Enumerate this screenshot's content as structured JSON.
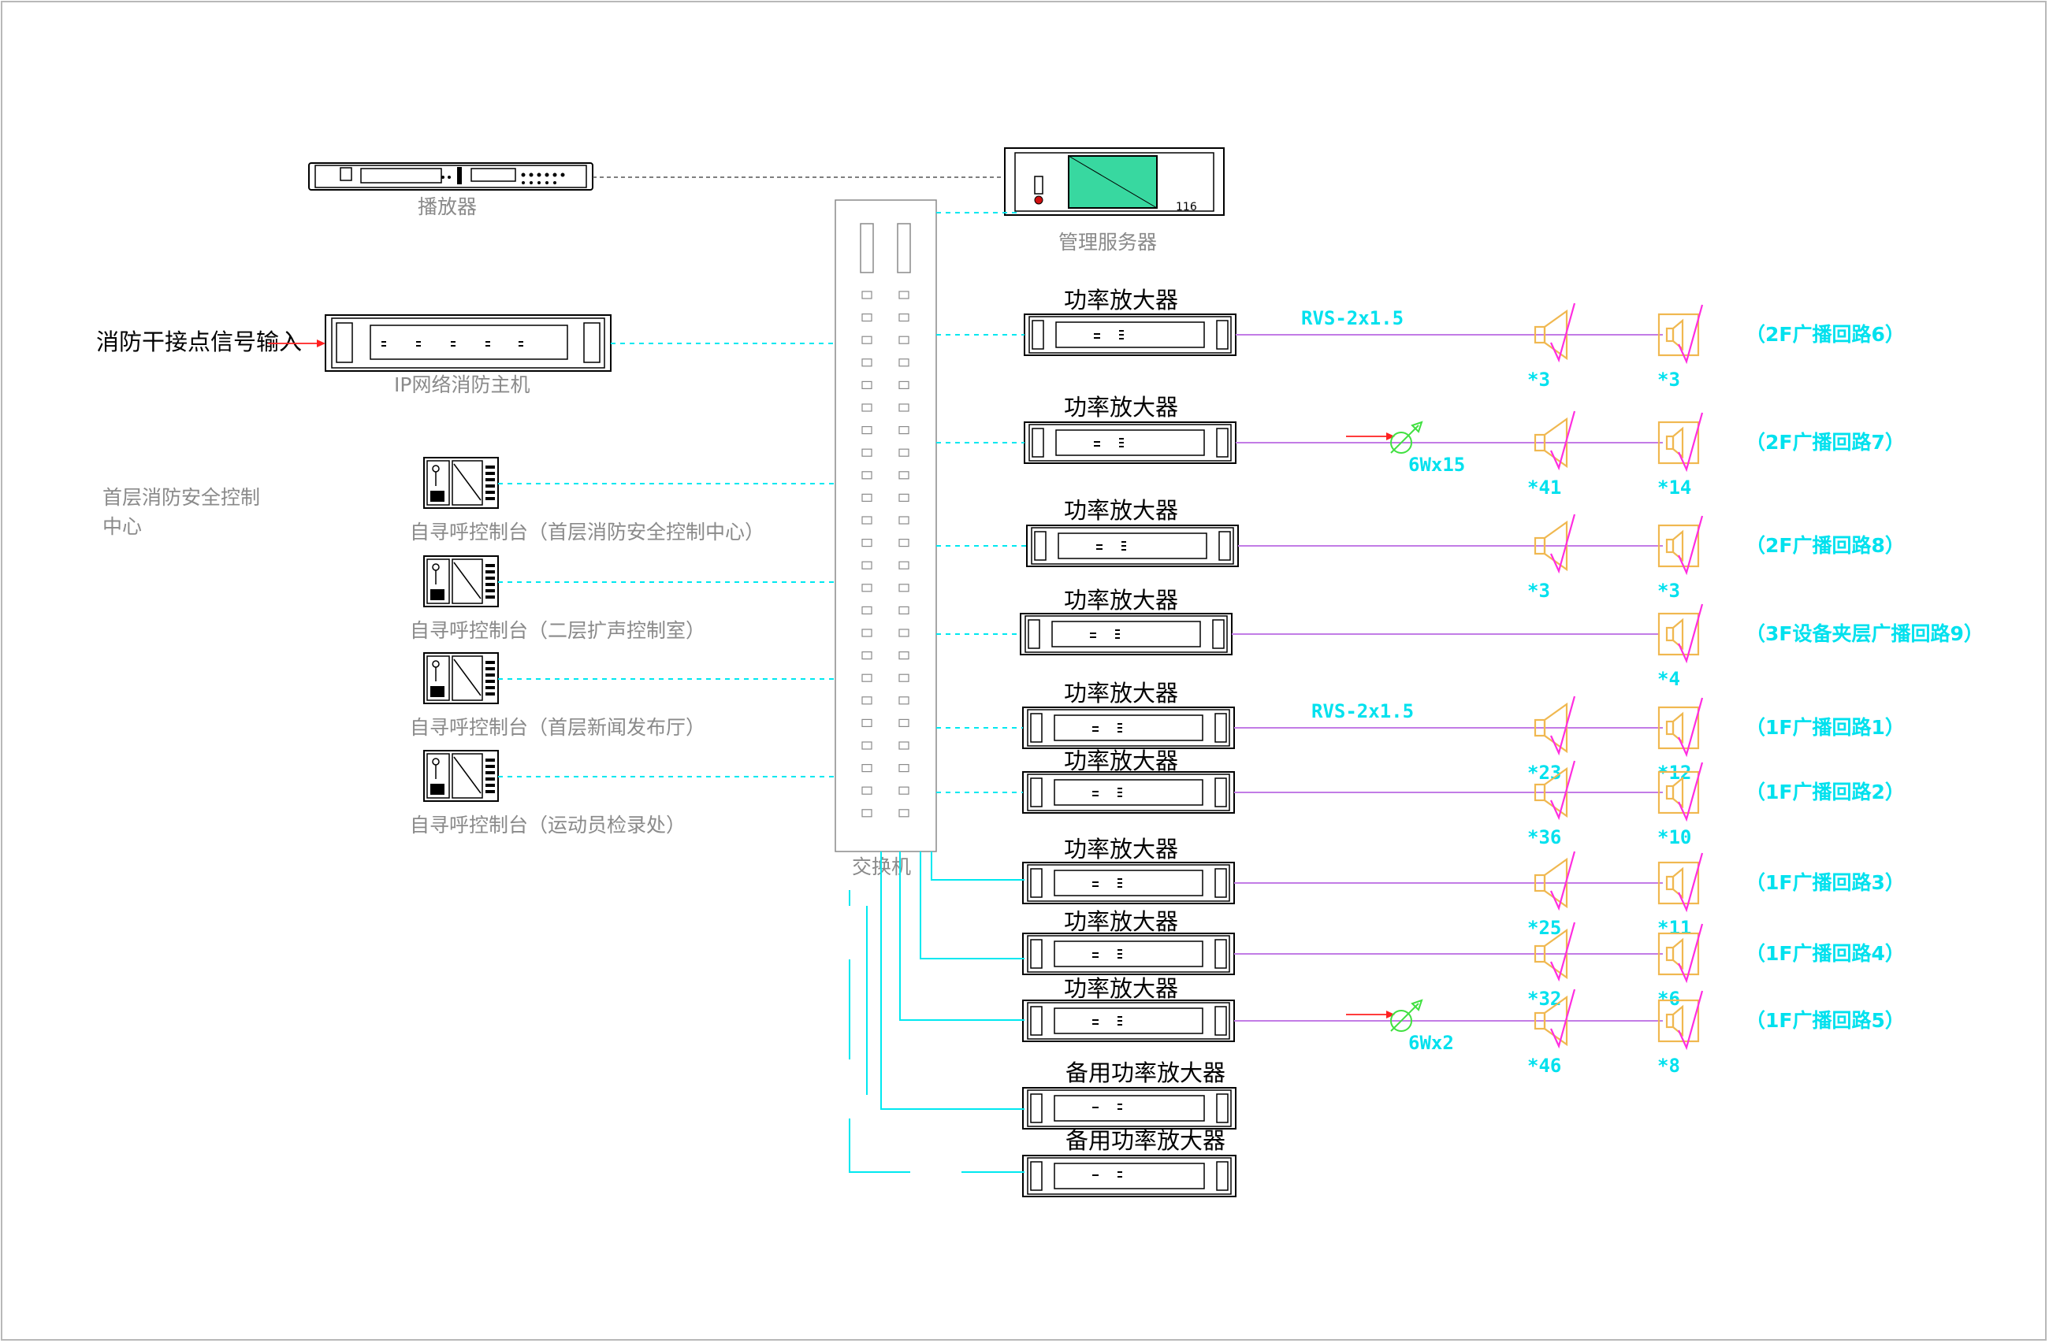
{
  "labels": {
    "player": "播放器",
    "server": "管理服务器",
    "switch": "交换机",
    "fire_host": "IP网络消防主机",
    "fire_input": "消防干接点信号输入",
    "control_center": "首层消防安全控制中心",
    "consoles": [
      "自寻呼控制台（首层消防安全控制中心）",
      "自寻呼控制台（二层扩声控制室）",
      "自寻呼控制台（首层新闻发布厅）",
      "自寻呼控制台（运动员检录处）"
    ]
  },
  "amplifiers": [
    {
      "label": "功率放大器",
      "cable": "RVS-2x1.5",
      "speaker_a_count": "*3",
      "speaker_b_count": "*3",
      "loop": "（2F广播回路6）",
      "volume": ""
    },
    {
      "label": "功率放大器",
      "cable": "",
      "speaker_a_count": "*41",
      "speaker_b_count": "*14",
      "loop": "（2F广播回路7）",
      "volume": "6Wx15"
    },
    {
      "label": "功率放大器",
      "cable": "",
      "speaker_a_count": "*3",
      "speaker_b_count": "*3",
      "loop": "（2F广播回路8）",
      "volume": ""
    },
    {
      "label": "功率放大器",
      "cable": "",
      "speaker_a_count": "",
      "speaker_b_count": "*4",
      "loop": "（3F设备夹层广播回路9）",
      "volume": ""
    },
    {
      "label": "功率放大器",
      "cable": "RVS-2x1.5",
      "speaker_a_count": "*23",
      "speaker_b_count": "*12",
      "loop": "（1F广播回路1）",
      "volume": ""
    },
    {
      "label": "功率放大器",
      "cable": "",
      "speaker_a_count": "*36",
      "speaker_b_count": "*10",
      "loop": "（1F广播回路2）",
      "volume": ""
    },
    {
      "label": "功率放大器",
      "cable": "",
      "speaker_a_count": "*25",
      "speaker_b_count": "*11",
      "loop": "（1F广播回路3）",
      "volume": ""
    },
    {
      "label": "功率放大器",
      "cable": "",
      "speaker_a_count": "*32",
      "speaker_b_count": "*6",
      "loop": "（1F广播回路4）",
      "volume": ""
    },
    {
      "label": "功率放大器",
      "cable": "",
      "speaker_a_count": "*46",
      "speaker_b_count": "*8",
      "loop": "（1F广播回路5）",
      "volume": "6Wx2"
    }
  ],
  "backup_amplifiers": [
    "备用功率放大器",
    "备用功率放大器"
  ],
  "colors": {
    "network_wire": "#00e8f0",
    "speaker_wire": "#c27ce6",
    "speaker": "#f0b850",
    "check_mark": "#ff2de0",
    "annotation": "#00e1ee",
    "signal_arrow": "#ff0000"
  }
}
